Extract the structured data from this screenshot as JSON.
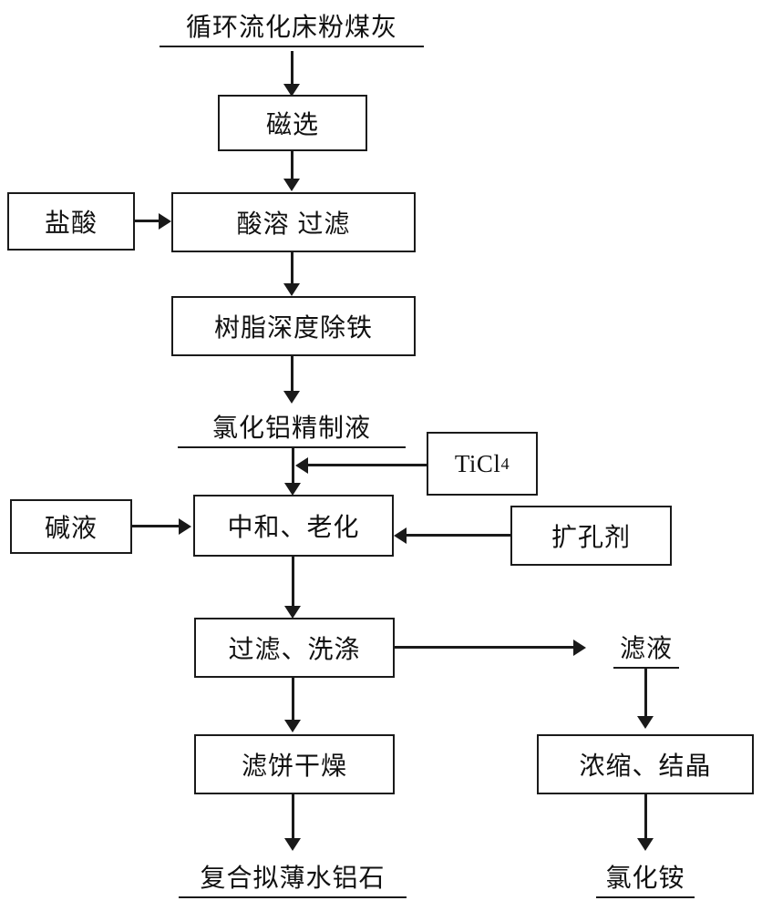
{
  "diagram": {
    "type": "process-flowchart",
    "language": "zh-CN",
    "title_label": "循环流化床粉煤灰",
    "line_color": "#1a1a1a",
    "background_color": "#ffffff",
    "nodes": {
      "feedstock": {
        "label": "循环流化床粉煤灰",
        "kind": "underlined-term"
      },
      "magnetic_separation": {
        "label": "磁选",
        "kind": "process-box"
      },
      "hydrochloric_acid": {
        "label": "盐酸",
        "kind": "input-box"
      },
      "acid_dissolve_filter": {
        "label": "酸溶 过滤",
        "kind": "process-box"
      },
      "resin_deep_iron_removal": {
        "label": "树脂深度除铁",
        "kind": "process-box"
      },
      "refined_alcl3_solution": {
        "label": "氯化铝精制液",
        "kind": "underlined-term"
      },
      "ticl4": {
        "label": "TiCl",
        "subscript": "4",
        "kind": "input-box"
      },
      "alkali_solution": {
        "label": "碱液",
        "kind": "input-box"
      },
      "neutralize_age": {
        "label": "中和、老化",
        "kind": "process-box"
      },
      "pore_expanding_agent": {
        "label": "扩孔剂",
        "kind": "input-box"
      },
      "filter_wash": {
        "label": "过滤、洗涤",
        "kind": "process-box"
      },
      "filtrate": {
        "label": "滤液",
        "kind": "underlined-term"
      },
      "cake_drying": {
        "label": "滤饼干燥",
        "kind": "process-box"
      },
      "concentrate_crystallize": {
        "label": "浓缩、结晶",
        "kind": "process-box"
      },
      "composite_pseudoboehmite": {
        "label": "复合拟薄水铝石",
        "kind": "underlined-term"
      },
      "ammonium_chloride": {
        "label": "氯化铵",
        "kind": "underlined-term"
      }
    },
    "edges": [
      {
        "from": "feedstock",
        "to": "magnetic_separation",
        "direction": "down"
      },
      {
        "from": "magnetic_separation",
        "to": "acid_dissolve_filter",
        "direction": "down"
      },
      {
        "from": "hydrochloric_acid",
        "to": "acid_dissolve_filter",
        "direction": "right"
      },
      {
        "from": "acid_dissolve_filter",
        "to": "resin_deep_iron_removal",
        "direction": "down"
      },
      {
        "from": "resin_deep_iron_removal",
        "to": "refined_alcl3_solution",
        "direction": "down"
      },
      {
        "from": "refined_alcl3_solution",
        "to": "neutralize_age",
        "direction": "down"
      },
      {
        "from": "ticl4",
        "to": "neutralize_age",
        "direction": "left"
      },
      {
        "from": "alkali_solution",
        "to": "neutralize_age",
        "direction": "right"
      },
      {
        "from": "pore_expanding_agent",
        "to": "neutralize_age",
        "direction": "left"
      },
      {
        "from": "neutralize_age",
        "to": "filter_wash",
        "direction": "down"
      },
      {
        "from": "filter_wash",
        "to": "filtrate",
        "direction": "right"
      },
      {
        "from": "filter_wash",
        "to": "cake_drying",
        "direction": "down"
      },
      {
        "from": "cake_drying",
        "to": "composite_pseudoboehmite",
        "direction": "down"
      },
      {
        "from": "filtrate",
        "to": "concentrate_crystallize",
        "direction": "down"
      },
      {
        "from": "concentrate_crystallize",
        "to": "ammonium_chloride",
        "direction": "down"
      }
    ]
  }
}
